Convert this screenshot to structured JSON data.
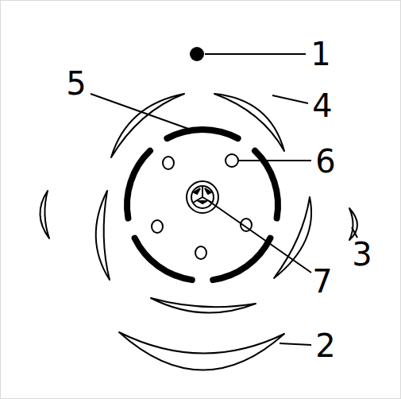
{
  "diagram": {
    "labels": [
      "1",
      "5",
      "4",
      "6",
      "3",
      "7",
      "2"
    ]
  }
}
